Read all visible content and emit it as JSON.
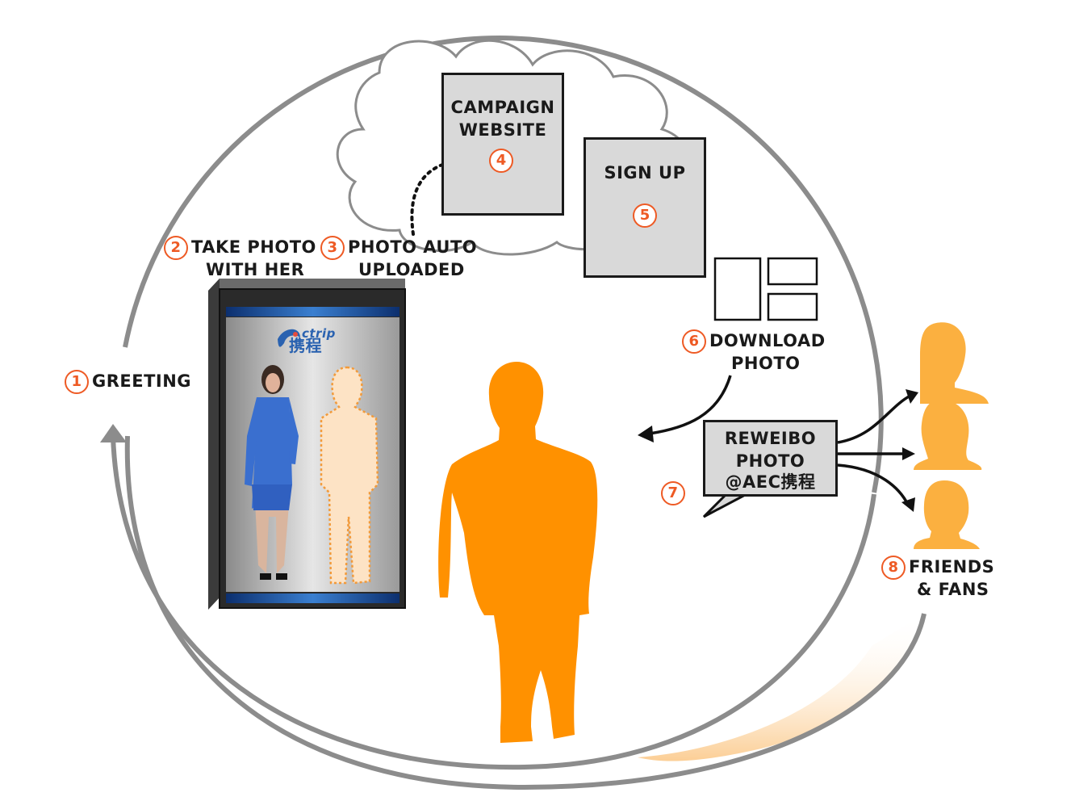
{
  "steps": {
    "s1": {
      "num": "1",
      "label": "GREETING"
    },
    "s2": {
      "num": "2",
      "line1": "TAKE PHOTO",
      "line2": "WITH HER"
    },
    "s3": {
      "num": "3",
      "line1": "PHOTO AUTO",
      "line2": "UPLOADED"
    },
    "s4": {
      "num": "4",
      "line1": "CAMPAIGN",
      "line2": "WEBSITE"
    },
    "s5": {
      "num": "5",
      "line1": "SIGN UP"
    },
    "s6": {
      "num": "6",
      "line1": "DOWNLOAD",
      "line2": "PHOTO"
    },
    "s7": {
      "num": "7",
      "line1": "REWEIBO",
      "line2": "PHOTO",
      "line3": "@AEC携程"
    },
    "s8": {
      "num": "8",
      "line1": "FRIENDS",
      "line2": "& FANS"
    }
  },
  "booth": {
    "brand_latin": "ctrip",
    "brand_cn": "携程"
  },
  "colors": {
    "accent_orange": "#ee5a24",
    "silhouette_orange": "#ff9100",
    "friend_orange": "#fbb040",
    "cycle_gray": "#8c8c8c",
    "box_gray": "#d9d9d9",
    "booth_blue": "#1f4f9e"
  }
}
